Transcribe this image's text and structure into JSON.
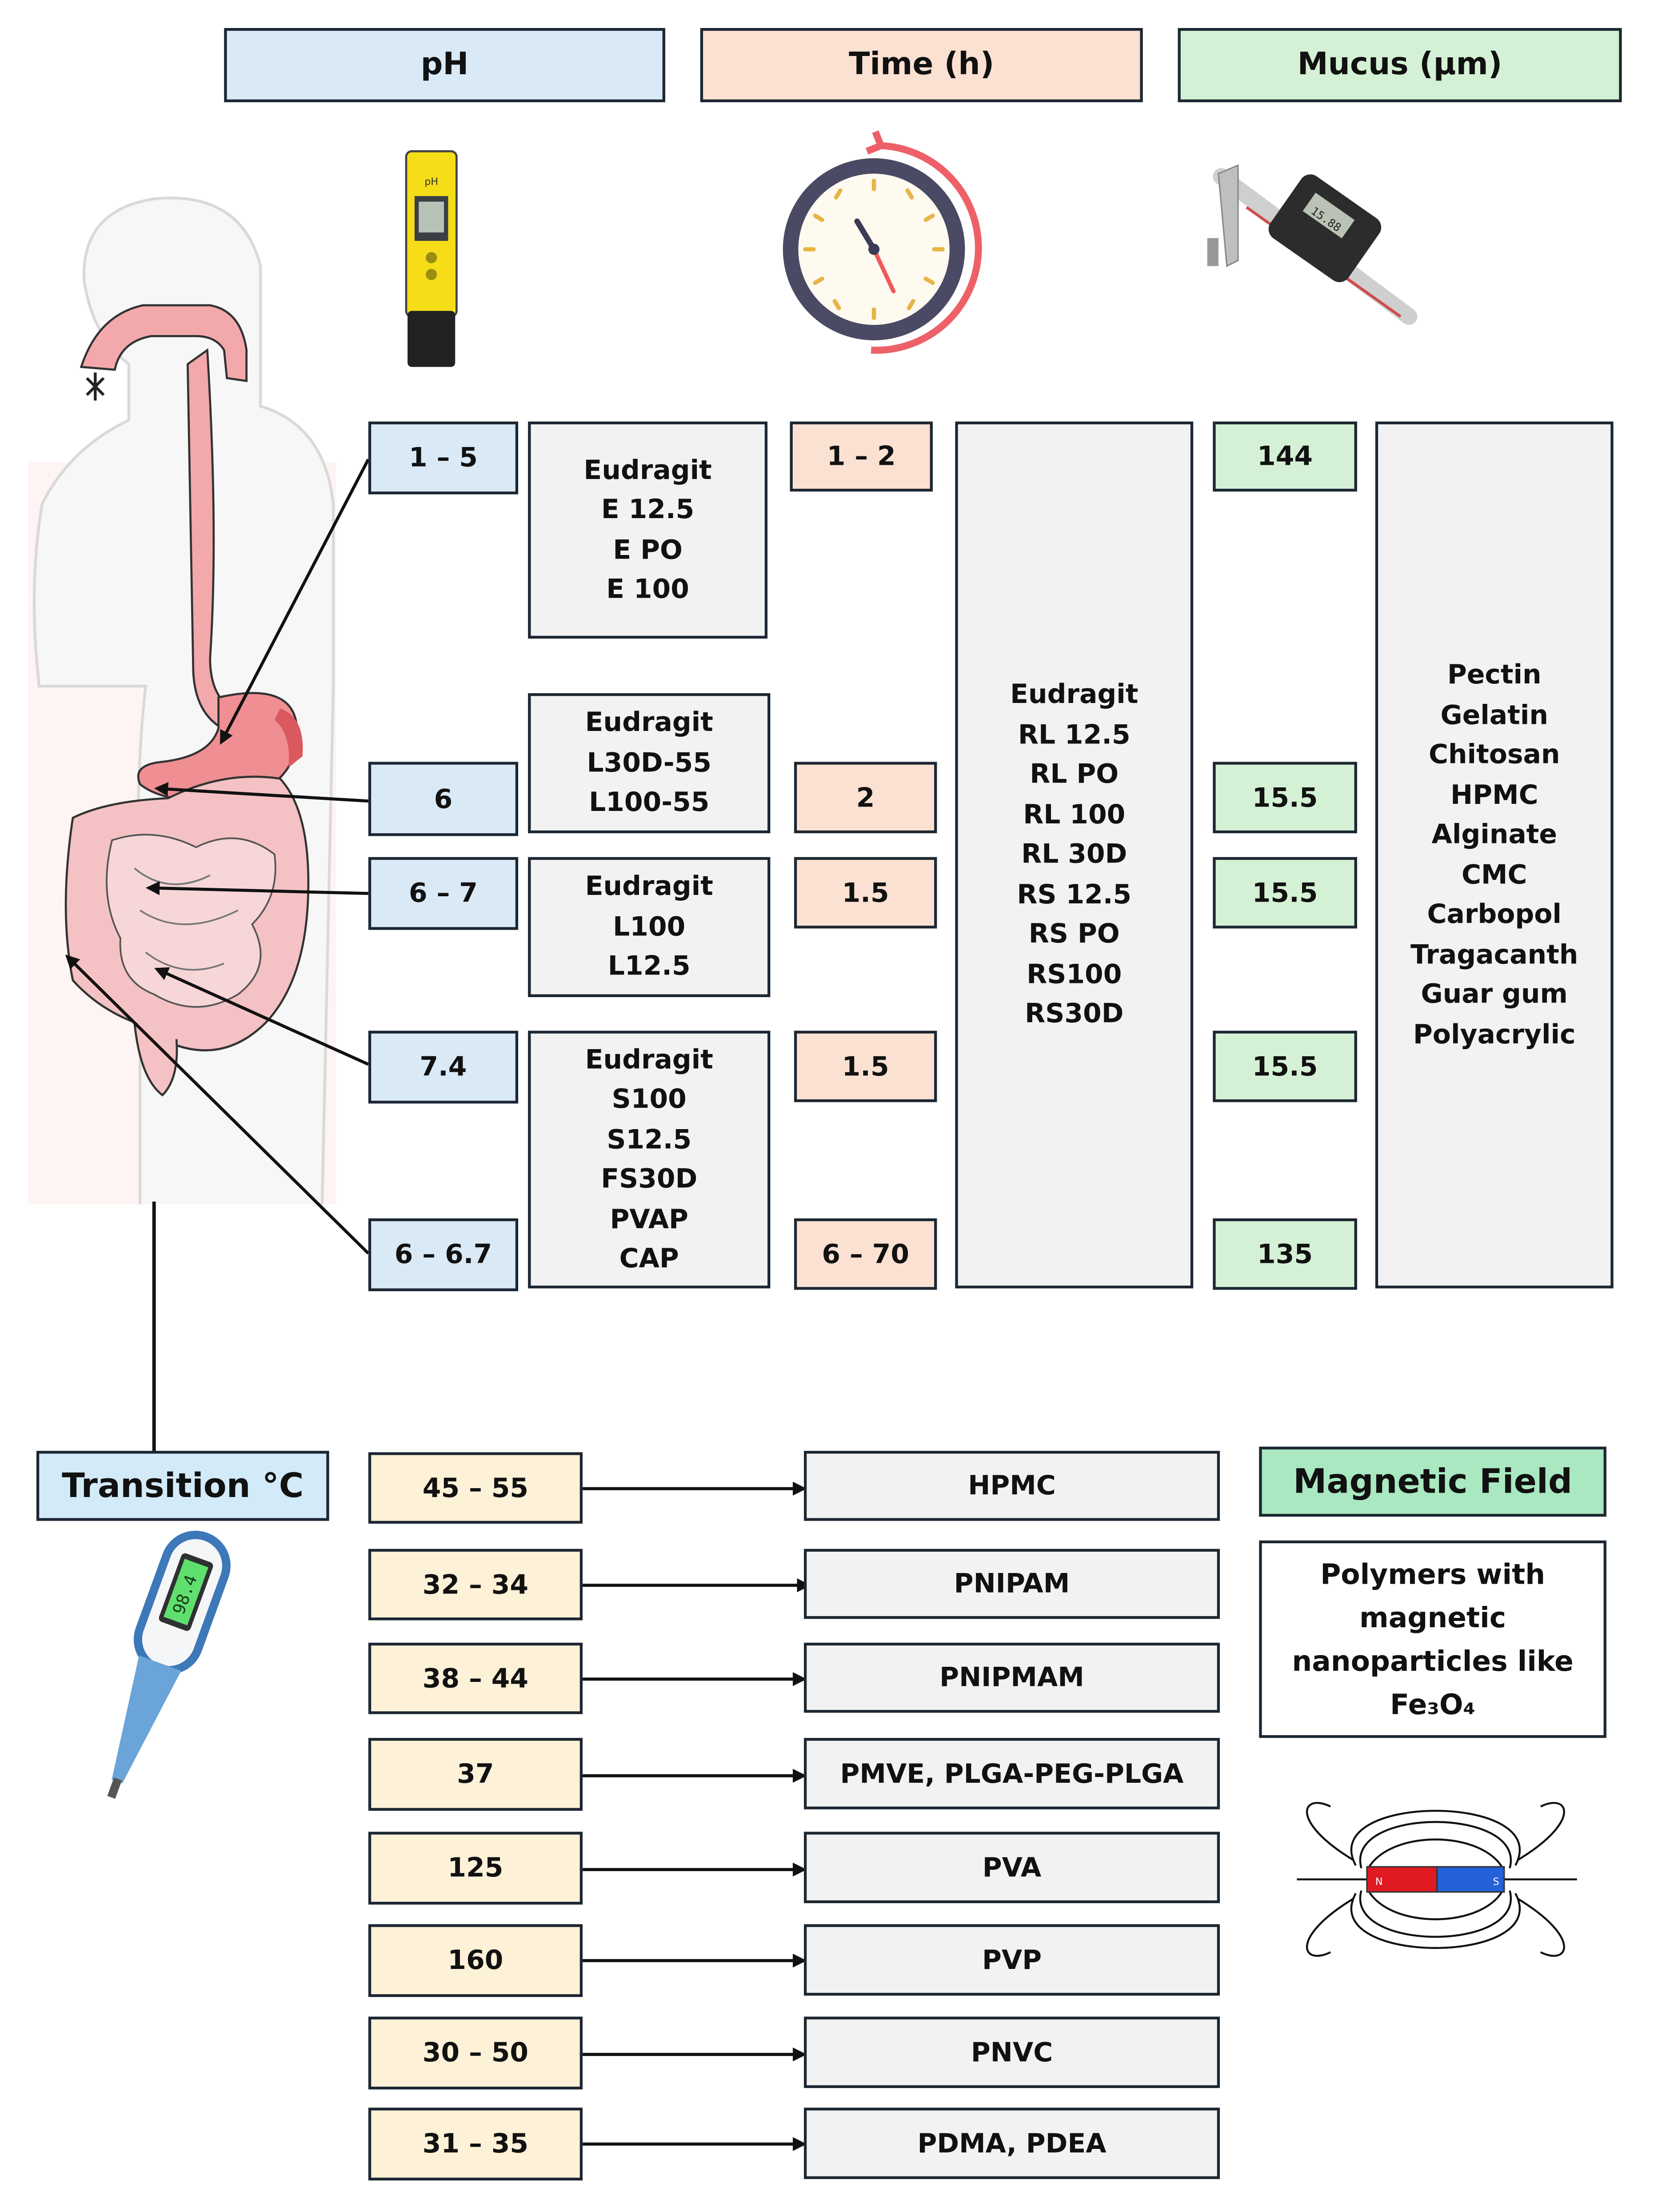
{
  "headers": {
    "ph": "pH",
    "time": "Time (h)",
    "mucus": "Mucus  (µm)",
    "transition": "Transition  °C",
    "magnetic": "Magnetic Field"
  },
  "ph_values": [
    "1 – 5",
    "6",
    "6 – 7",
    "7.4",
    "6 – 6.7"
  ],
  "time_values": [
    "1 – 2",
    "2",
    "1.5",
    "1.5",
    "6 – 70"
  ],
  "mucus_values": [
    "144",
    "15.5",
    "15.5",
    "15.5",
    "135"
  ],
  "ph_polymers": [
    [
      "Eudragit",
      "E 12.5",
      "E PO",
      "E 100"
    ],
    [
      "Eudragit",
      "L30D-55",
      "L100-55"
    ],
    [
      "Eudragit",
      "L100",
      "L12.5"
    ],
    [
      "Eudragit",
      "S100",
      "S12.5",
      "FS30D",
      "PVAP",
      "CAP"
    ]
  ],
  "time_polymers": [
    "Eudragit",
    "RL 12.5",
    "RL PO",
    "RL 100",
    "RL 30D",
    "RS 12.5",
    "RS PO",
    "RS100",
    "RS30D"
  ],
  "mucus_polymers": [
    "Pectin",
    "Gelatin",
    "Chitosan",
    "HPMC",
    "Alginate",
    "CMC",
    "Carbopol",
    "Tragacanth",
    "Guar gum",
    "Polyacrylic"
  ],
  "transition_rows": [
    {
      "temp": "45 – 55",
      "polymer": "HPMC"
    },
    {
      "temp": "32 – 34",
      "polymer": "PNIPAM"
    },
    {
      "temp": "38 – 44",
      "polymer": "PNIPMAM"
    },
    {
      "temp": "37",
      "polymer": "PMVE, PLGA-PEG-PLGA"
    },
    {
      "temp": "125",
      "polymer": "PVA"
    },
    {
      "temp": "160",
      "polymer": "PVP"
    },
    {
      "temp": "30 – 50",
      "polymer": "PNVC"
    },
    {
      "temp": "31 – 35",
      "polymer": "PDMA, PDEA"
    }
  ],
  "magnetic_text": [
    "Polymers with",
    "magnetic",
    "nanoparticles like",
    "Fe₃O₄"
  ],
  "icons": {
    "ph_meter": {
      "screen_label": "pH"
    },
    "caliper": {
      "display": "15.88"
    },
    "thermometer": {
      "display": "98.4"
    },
    "magnet": {
      "north": "N",
      "south": "S"
    }
  },
  "colors": {
    "ph": "#d9e9f6",
    "time": "#fbe1d2",
    "mucus": "#d5f1d5",
    "transition": "#fdf1d7",
    "polymer": "#f2f2f2",
    "magnetic_header": "#a9e8c1",
    "border": "#1c2733"
  }
}
